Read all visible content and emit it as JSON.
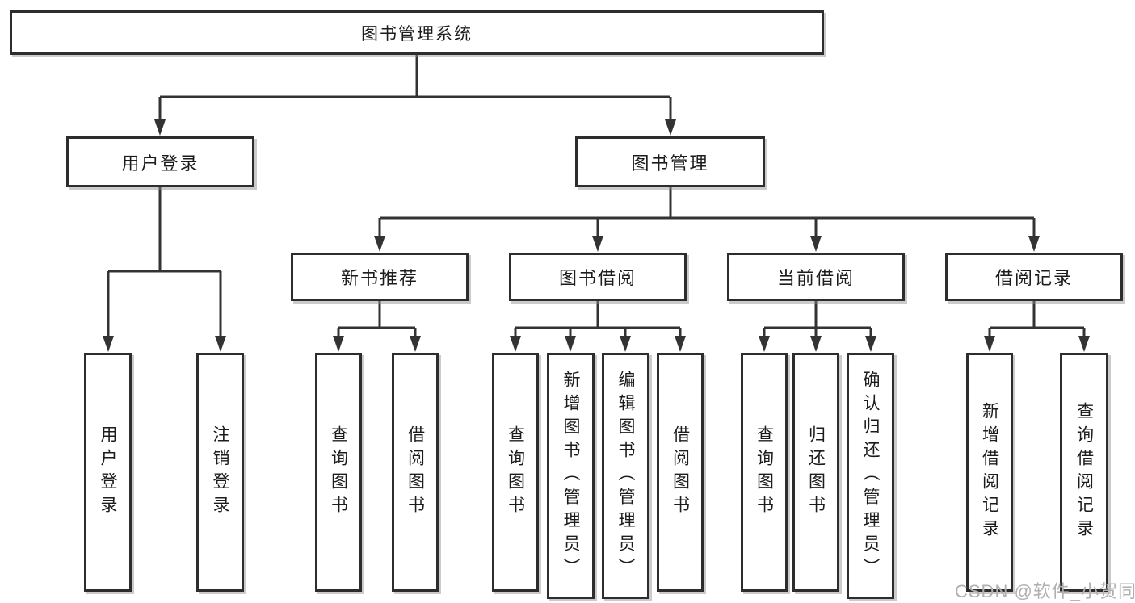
{
  "diagram": {
    "root": "图书管理系统",
    "branches": [
      {
        "label": "用户登录",
        "children": [
          {
            "label": "用户登录"
          },
          {
            "label": "注销登录"
          }
        ]
      },
      {
        "label": "图书管理",
        "children": [
          {
            "label": "新书推荐",
            "children": [
              {
                "label": "查询图书"
              },
              {
                "label": "借阅图书"
              }
            ]
          },
          {
            "label": "图书借阅",
            "children": [
              {
                "label": "查询图书"
              },
              {
                "label": "新增图书（管理员）"
              },
              {
                "label": "编辑图书（管理员）"
              },
              {
                "label": "借阅图书"
              }
            ]
          },
          {
            "label": "当前借阅",
            "children": [
              {
                "label": "查询图书"
              },
              {
                "label": "归还图书"
              },
              {
                "label": "确认归还（管理员）"
              }
            ]
          },
          {
            "label": "借阅记录",
            "children": [
              {
                "label": "新增借阅记录"
              },
              {
                "label": "查询借阅记录"
              }
            ]
          }
        ]
      }
    ],
    "watermark": "CSDN @软件_小贺同学",
    "colors": {
      "line": "#333333",
      "box_border": "#2d2d2d",
      "text": "#1c1c1c",
      "watermark": "#b0b0b0",
      "background": "#ffffff"
    }
  }
}
